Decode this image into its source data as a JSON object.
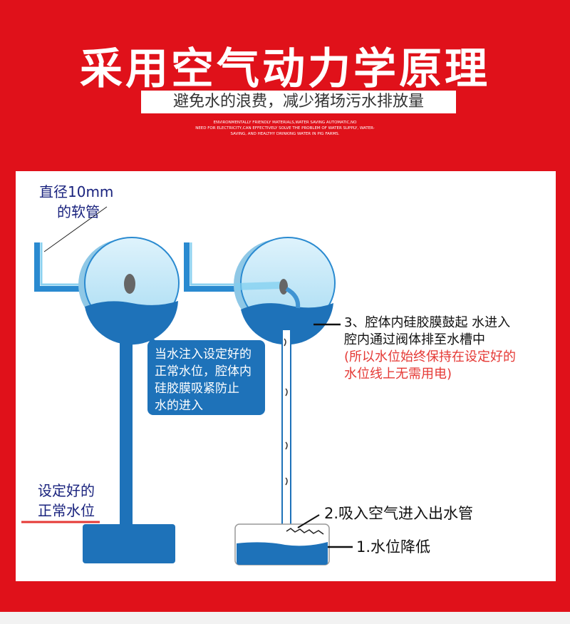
{
  "header": {
    "title": "采用空气动力学原理",
    "subtitle": "避免水的浪费，减少猪场污水排放量",
    "english_lines": [
      "ENVIRONMENTALLY FRIENDLY MATERIALS,WATER SAVING AUTOMATIC,NO",
      "NEED FOR ELECTRICITY,CAN EFFECTIVELY SOLVE THE PROBLEM OF WATER SUPPLY, WATER-",
      "SAVING, AND HEALTHY DRINKING WATER IN PIG FARMS."
    ]
  },
  "labels": {
    "hose_line1": "直径10mm",
    "hose_line2": "的软管",
    "level_line1": "设定好的",
    "level_line2": "正常水位",
    "callout_lines": [
      "当水注入设定好的",
      "正常水位，腔体内",
      "硅胶膜吸紧防止",
      "水的进入"
    ],
    "step3_lines": [
      "3、腔体内硅胶膜鼓起 水进入",
      "腔内通过阀体排至水槽中"
    ],
    "step3_note_lines": [
      "(所以水位始终保持在设定好的",
      "水位线上无需用电)"
    ],
    "step2": "2.吸入空气进入出水管",
    "step1": "1.水位降低"
  },
  "colors": {
    "brand_red": "#e0111a",
    "water_blue": "#1e72b9",
    "light_blue": "#a8dcf3",
    "marker_red": "#e53935"
  }
}
